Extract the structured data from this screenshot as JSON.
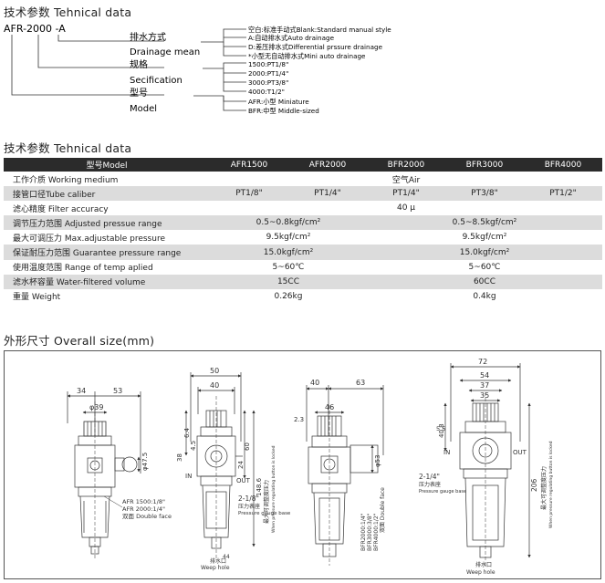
{
  "section1": {
    "title": "技术参数 Tehnical data",
    "model_code": {
      "prefix": "AFR",
      "size": "2000",
      "drain": "A"
    },
    "fields": [
      {
        "cn": "排水方式",
        "en": "Drainage mean"
      },
      {
        "cn": "规格",
        "en": "Secification"
      },
      {
        "cn": "型号",
        "en": "Model"
      }
    ],
    "drain_options": [
      "空白:标准手动式Blank:Standard manual style",
      "A:自动排水式Auto drainage",
      "D:差压排水式Differential prssure drainage",
      "*小型无自动排水式Mini auto drainage"
    ],
    "size_options": [
      "1500:PT1/8\"",
      "2000:PT1/4\"",
      "3000:PT3/8\"",
      "4000:T1/2\""
    ],
    "model_options": [
      "AFR:小型 Miniature",
      "BFR:中型 Middle-sized"
    ]
  },
  "section2": {
    "title": "技术参数 Tehnical data",
    "headers": [
      "型号Model",
      "AFR1500",
      "AFR2000",
      "BFR2000",
      "BFR3000",
      "BFR4000"
    ],
    "rows": [
      {
        "label": "工作介质 Working medium",
        "cells": [
          {
            "t": "空气Air",
            "span": 5
          }
        ]
      },
      {
        "label": "接管口径Tube caliber",
        "cells": [
          {
            "t": "PT1/8\"",
            "span": 1
          },
          {
            "t": "PT1/4\"",
            "span": 1
          },
          {
            "t": "PT1/4\"",
            "span": 1
          },
          {
            "t": "PT3/8\"",
            "span": 1
          },
          {
            "t": "PT1/2\"",
            "span": 1
          }
        ]
      },
      {
        "label": "滤心精度 Filter accuracy",
        "cells": [
          {
            "t": "40 μ",
            "span": 5
          }
        ]
      },
      {
        "label": "调节压力范围 Adjusted pressue range",
        "cells": [
          {
            "t": "0.5~0.8kgf/cm²",
            "span": 2
          },
          {
            "t": "0.5~8.5kgf/cm²",
            "span": 3
          }
        ]
      },
      {
        "label": "最大可调压力 Max.adjustable pressure",
        "cells": [
          {
            "t": "9.5kgf/cm²",
            "span": 2
          },
          {
            "t": "9.5kgf/cm²",
            "span": 3
          }
        ]
      },
      {
        "label": "保证耐压力范围 Guarantee pressure range",
        "cells": [
          {
            "t": "15.0kgf/cm²",
            "span": 2
          },
          {
            "t": "15.0kgf/cm²",
            "span": 3
          }
        ]
      },
      {
        "label": "使用温度范围 Range of temp aplied",
        "cells": [
          {
            "t": "5~60℃",
            "span": 2
          },
          {
            "t": "5~60℃",
            "span": 3
          }
        ]
      },
      {
        "label": "滤水杯容量 Water-filtered volume",
        "cells": [
          {
            "t": "15CC",
            "span": 2
          },
          {
            "t": "60CC",
            "span": 3
          }
        ]
      },
      {
        "label": "重量 Weight",
        "cells": [
          {
            "t": "0.26kg",
            "span": 2
          },
          {
            "t": "0.4kg",
            "span": 3
          }
        ]
      }
    ]
  },
  "section3": {
    "title": "外形尺寸 Overall size(mm)",
    "d1": {
      "dim_a": "34",
      "dim_b": "53",
      "dim_c": "φ39",
      "dim_d": "φ47.5",
      "note1": "AFR 1500:1/8\"",
      "note2": "AFR 2000:1/4\"",
      "note3": "双面 Double face"
    },
    "d2": {
      "dim_a": "50",
      "dim_b": "40",
      "dim_c": "38",
      "dim_d": "6.4",
      "dim_e": "4.5",
      "dim_f": "60",
      "dim_g": "24",
      "dim_h": "148.6",
      "dim_i": "44",
      "in": "IN",
      "out": "OUT",
      "thread": "2-1/8\"",
      "gauge_cn": "压力表座",
      "gauge_en": "Pressure gauge base",
      "side_cn": "最大可调整度压力",
      "side_en": "When pressure regulating button is locked",
      "weep_cn": "排水口",
      "weep_en": "Weep hole"
    },
    "d3": {
      "dim_a": "40",
      "dim_b": "63",
      "dim_c": "2.3",
      "dim_d": "46",
      "dim_e": "φ53",
      "bfr1": "BFR2000:1/4\"",
      "bfr2": "BFR3000:3/8\"",
      "bfr3": "BFR4000:1/2\"",
      "double": "双面 Double face"
    },
    "d4": {
      "dim_a": "72",
      "dim_b": "54",
      "dim_c": "37",
      "dim_d": "35",
      "dim_e": "5.5",
      "dim_f": "40.8",
      "dim_g": "206",
      "in": "IN",
      "out": "OUT",
      "thread": "2-1/4\"",
      "gauge_cn": "压力表座",
      "gauge_en": "Pressure gauge base",
      "side_cn": "最大可调整度压力",
      "side_en": "When pressure regulating button is locked",
      "weep_cn": "排水口",
      "weep_en": "Weep hole"
    }
  }
}
